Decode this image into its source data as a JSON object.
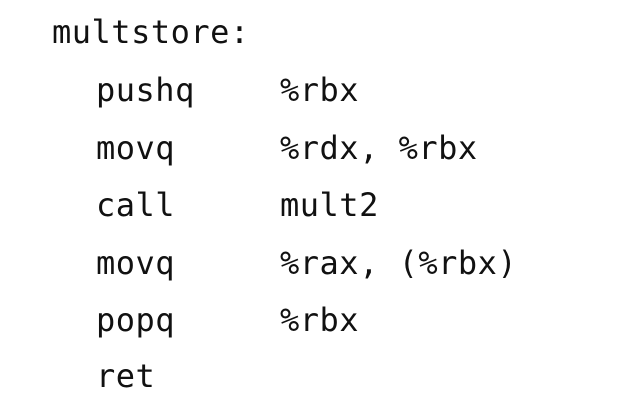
{
  "code": {
    "label": "multstore:",
    "instructions": [
      {
        "mnemonic": "pushq",
        "operands": "%rbx"
      },
      {
        "mnemonic": "movq",
        "operands": "%rdx, %rbx"
      },
      {
        "mnemonic": "call",
        "operands": "mult2"
      },
      {
        "mnemonic": "movq",
        "operands": "%rax, (%rbx)"
      },
      {
        "mnemonic": "popq",
        "operands": "%rbx"
      },
      {
        "mnemonic": "ret",
        "operands": ""
      }
    ]
  }
}
